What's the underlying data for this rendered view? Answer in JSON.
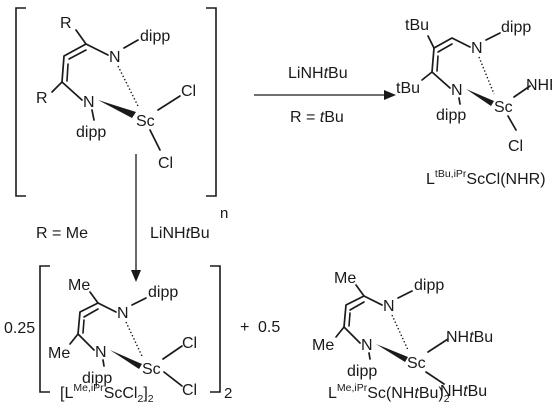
{
  "atoms": {
    "N": "N",
    "Sc": "Sc",
    "Cl": "Cl",
    "dipp": "dipp",
    "R": "R",
    "tBu": "tBu",
    "Me": "Me",
    "NHR_prime": "NHR'",
    "NH": "NH",
    "tBu_italic": "tBu"
  },
  "brackets": {
    "n": "n",
    "two": "2"
  },
  "arrow_top": {
    "reagent": "LiNHtBu",
    "reagent_prefix": "LiNH",
    "reagent_italic": "t",
    "reagent_suffix": "Bu",
    "condition_prefix": "R = ",
    "condition_italic": "t",
    "condition_suffix": "Bu"
  },
  "arrow_down": {
    "condition": "R = Me",
    "reagent_prefix": "LiNH",
    "reagent_italic": "t",
    "reagent_suffix": "Bu"
  },
  "coefficients": {
    "left": "0.25",
    "plus": "+",
    "right": "0.5"
  },
  "labels": {
    "product_top": {
      "pre": "L",
      "sup": "tBu,iPr",
      "post": "ScCl(NHR)"
    },
    "product_bottom_left": {
      "open": "[L",
      "sup": "Me,iPr",
      "mid": "ScCl",
      "sub": "2",
      "close": "]",
      "close_sub": "2"
    },
    "product_bottom_right": {
      "pre": "L",
      "sup": "Me,iPr",
      "mid": "Sc(NH",
      "italic": "t",
      "post": "Bu)",
      "sub": "2"
    }
  }
}
